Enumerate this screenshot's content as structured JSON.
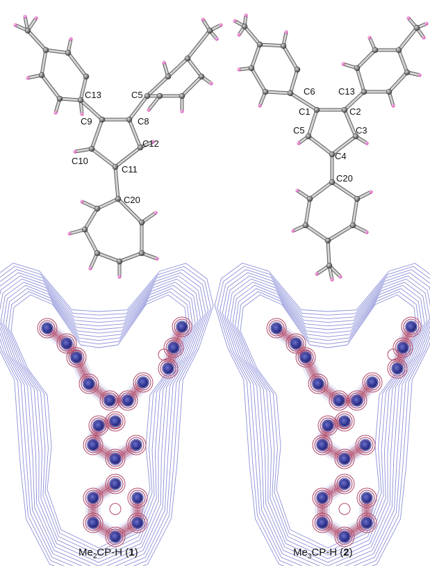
{
  "figure": {
    "molecule_1": {
      "atom_labels": {
        "C13": "C13",
        "C5": "C5",
        "C9": "C9",
        "C8": "C8",
        "C12": "C12",
        "C10": "C10",
        "C11": "C11",
        "C20": "C20"
      },
      "caption": {
        "prefix": "Me",
        "sub": "2",
        "mid": "CP-H (",
        "num": "1",
        "suffix": ")"
      }
    },
    "molecule_2": {
      "atom_labels": {
        "C6": "C6",
        "C13": "C13",
        "C1": "C1",
        "C2": "C2",
        "C5": "C5",
        "C3": "C3",
        "C4": "C4",
        "C20": "C20"
      },
      "caption": {
        "prefix": "Me",
        "sub": "3",
        "mid": "CP-H (",
        "num": "2",
        "suffix": ")"
      }
    },
    "colors": {
      "bond": "#9a9a9a",
      "carbon": "#6e6e6e",
      "hydrogen": "#e070c8",
      "contour_outer": "#8b8fd8",
      "contour_inner": "#b24a6a",
      "density_core": "#3a3f9a"
    }
  }
}
